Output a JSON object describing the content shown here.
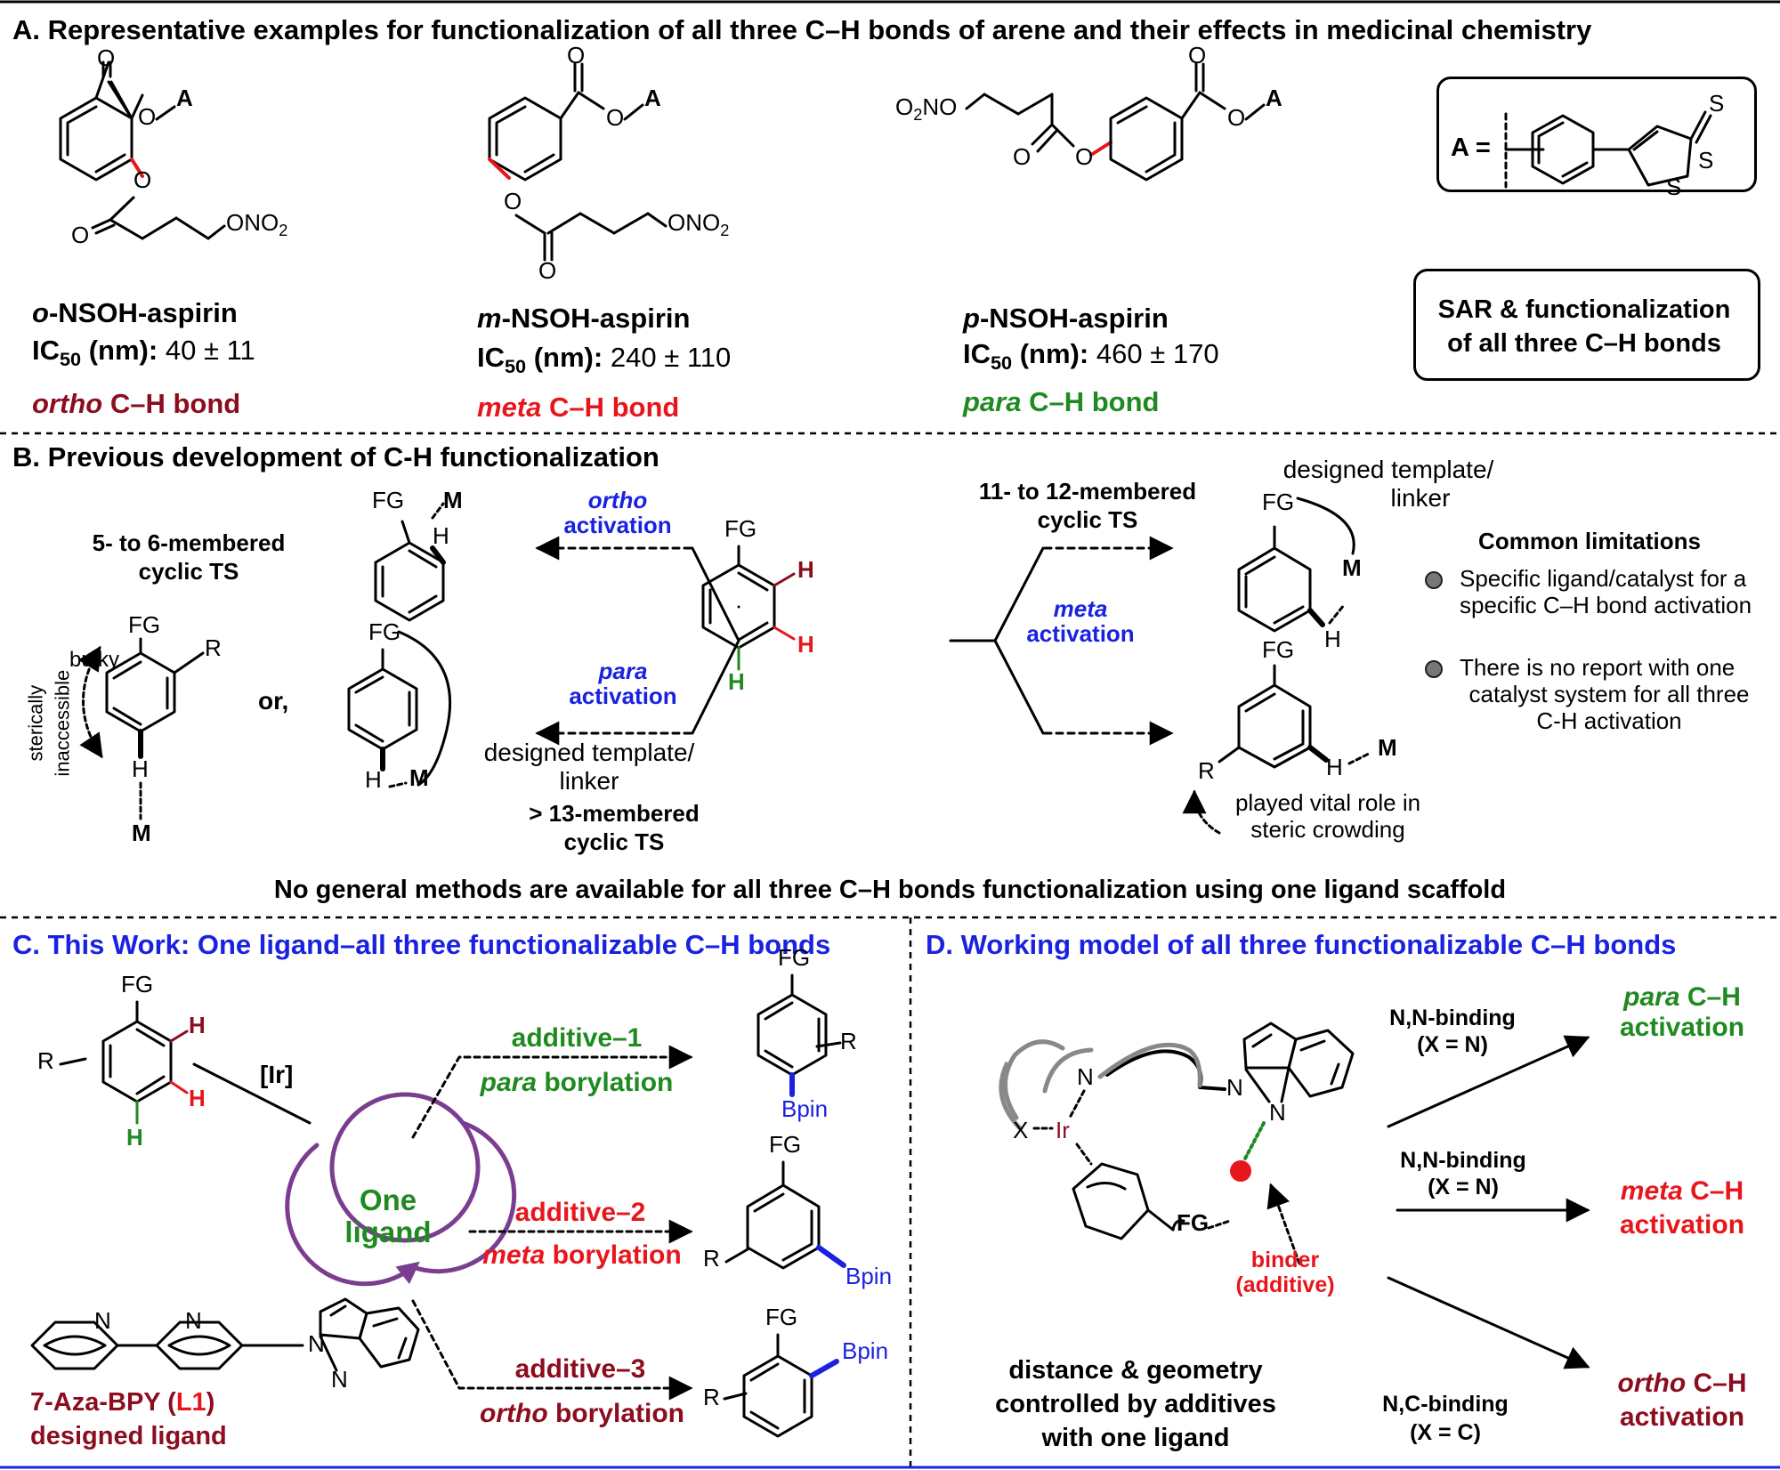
{
  "sectionA": {
    "heading": "A. Representative examples for functionalization of all three C–H bonds of arene and their effects in medicinal chemistry",
    "compounds": [
      {
        "prefix": "o",
        "name": "-NSOH-aspirin",
        "ic50_label": "IC",
        "ic50_sub": "50",
        "ic50_unit": " (nm):",
        "ic50_value": "40",
        "pm": "±",
        "ic50_err": "11",
        "bond_prefix": "ortho",
        "bond": " C–H bond",
        "color": "#8b0d1e"
      },
      {
        "prefix": "m",
        "name": "-NSOH-aspirin",
        "ic50_label": "IC",
        "ic50_sub": "50",
        "ic50_unit": " (nm):",
        "ic50_value": "240",
        "pm": "±",
        "ic50_err": "110",
        "bond_prefix": "meta",
        "bond": " C–H bond",
        "color": "#e8161c"
      },
      {
        "prefix": "p",
        "name": "-NSOH-aspirin",
        "ic50_label": "IC",
        "ic50_sub": "50",
        "ic50_unit": " (nm):",
        "ic50_value": "460",
        "pm": "±",
        "ic50_err": "170",
        "bond_prefix": "para",
        "bond": " C–H bond",
        "color": "#1f8a1f"
      }
    ],
    "atoms": {
      "O": "O",
      "A": "A",
      "ONO2": "ONO",
      "two": "2",
      "O2NO": "O",
      "O2NO_rest": "NO",
      "S": "S",
      "A_eq": "A ="
    },
    "sar_box": {
      "line1": "SAR & functionalization",
      "line2": "of all three C–H bonds"
    }
  },
  "sectionB": {
    "heading": "B. Previous development of C-H functionalization",
    "ortho_activation": {
      "mode": "ortho",
      "word": "activation"
    },
    "para_activation": {
      "mode": "para",
      "word": "activation"
    },
    "meta_activation": {
      "mode": "meta",
      "word": "activation"
    },
    "ts_5_6": {
      "line1": "5- to 6-membered",
      "line2": "cyclic TS"
    },
    "ts_11_12": {
      "line1": "11- to 12-membered",
      "line2": "cyclic TS"
    },
    "ts_13": {
      "line1": "> 13-membered",
      "line2": "cyclic TS"
    },
    "template_left": {
      "line1": "designed template/",
      "line2": "linker"
    },
    "template_right": {
      "line1": "designed template/",
      "line2": "linker"
    },
    "bulky": "bulky",
    "steric": {
      "line1": "sterically",
      "line2": "inaccessible"
    },
    "or": "or,",
    "fg": "FG",
    "h": "H",
    "m": "M",
    "r": "R",
    "played": {
      "line1": "played vital role in",
      "line2": "steric crowding"
    },
    "limitations": {
      "title": "Common limitations",
      "item1_line1": "Specific ligand/catalyst for a",
      "item1_line2": "specific C–H bond activation",
      "item2_line1": "There is no report with one",
      "item2_line2": "catalyst system for all three",
      "item2_line3": "C-H activation"
    },
    "summary": "No general methods are available for all three C–H bonds functionalization using one ligand scaffold"
  },
  "sectionC": {
    "heading": "C. This Work: One ligand–all three functionalizable C–H bonds",
    "ir": "[Ir]",
    "one_ligand": {
      "line1": "One",
      "line2": "ligand"
    },
    "additive1": "additive–1",
    "additive2": "additive–2",
    "additive3": "additive–3",
    "para_bor": {
      "mode": "para",
      "word": " borylation"
    },
    "meta_bor": {
      "mode": "meta",
      "word": " borylation"
    },
    "ortho_bor": {
      "mode": "ortho",
      "word": " borylation"
    },
    "bpin": "Bpin",
    "n": "N",
    "ligand_name": {
      "main": "7-Aza-BPY (",
      "code": "L1",
      "close": ")"
    },
    "ligand_desc": "designed ligand"
  },
  "sectionD": {
    "heading": "D. Working model of all three functionalizable C–H bonds",
    "x": "X",
    "ir": "Ir",
    "n": "N",
    "fg": "FG",
    "binder": {
      "line1": "binder",
      "line2": "(additive)"
    },
    "nn1": {
      "line1": "N,N-binding",
      "line2": "(X = N)"
    },
    "nn2": {
      "line1": "N,N-binding",
      "line2": "(X = N)"
    },
    "nc": {
      "line1": "N,C-binding",
      "line2": "(X = C)"
    },
    "para_act": {
      "mode": "para",
      "word": " C–H",
      "line2": "activation"
    },
    "meta_act": {
      "mode": "meta",
      "word": " C–H",
      "line2": "activation"
    },
    "ortho_act": {
      "mode": "ortho",
      "word": " C–H",
      "line2": "activation"
    },
    "distance": {
      "line1": "distance & geometry",
      "line2": "controlled by additives",
      "line3": "with one ligand"
    }
  },
  "colors": {
    "ortho": "#8b0d1e",
    "meta": "#e8161c",
    "para": "#1f8a1f",
    "blue": "#1a22e0",
    "purple": "#7a3d8f",
    "ligand_bg": "#e5f0f0"
  }
}
